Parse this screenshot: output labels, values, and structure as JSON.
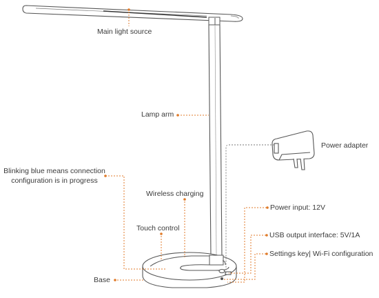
{
  "labels": {
    "main_light": "Main light source",
    "lamp_arm": "Lamp arm",
    "power_adapter": "Power adapter",
    "blinking_line1": "Blinking blue means connection",
    "blinking_line2": "configuration is in progress",
    "wireless": "Wireless charging",
    "power_input": "Power input: 12V",
    "touch": "Touch control",
    "usb": "USB output interface: 5V/1A",
    "settings": "Settings key| Wi-Fi configuration",
    "base": "Base"
  },
  "colors": {
    "leader": "#e07a28",
    "outline": "#555555",
    "text": "#3a3a3a",
    "cable": "#777777"
  }
}
